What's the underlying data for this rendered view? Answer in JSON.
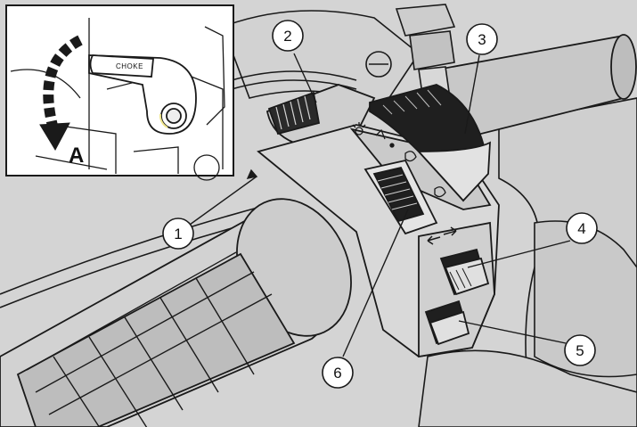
{
  "inset": {
    "choke_label": "CHOKE",
    "direction_letter": "A"
  },
  "callouts": [
    {
      "number": "1"
    },
    {
      "number": "2"
    },
    {
      "number": "3"
    },
    {
      "number": "4"
    },
    {
      "number": "5"
    },
    {
      "number": "6"
    }
  ],
  "colors": {
    "background": "#d4d4d4",
    "line": "#1a1a1a",
    "panel": "#ffffff"
  }
}
